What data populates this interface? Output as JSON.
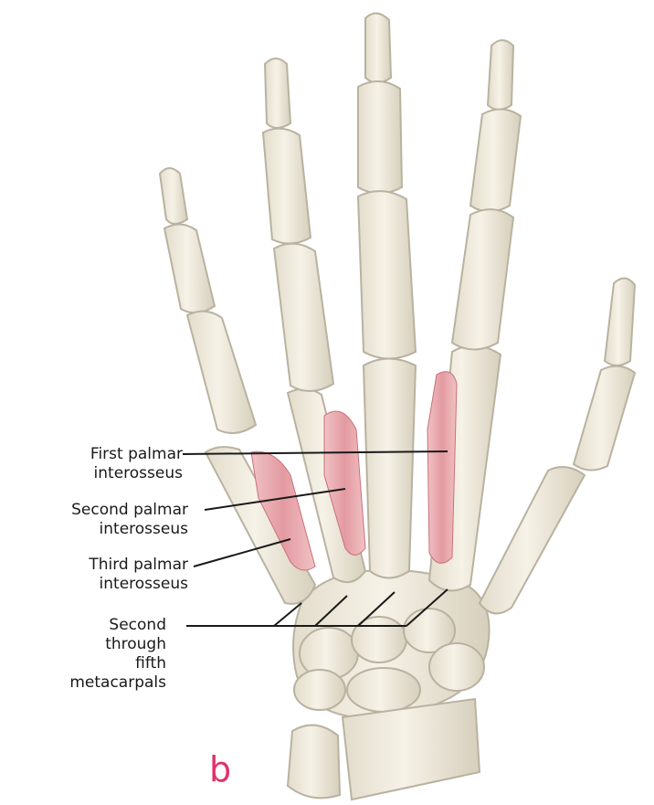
{
  "labels": {
    "first_palmar": [
      "First palmar",
      "interosseus"
    ],
    "second_palmar": [
      "Second palmar",
      "interosseus"
    ],
    "third_palmar": [
      "Third palmar",
      "interosseus"
    ],
    "metacarpals": [
      "Second",
      "through",
      "fifth",
      "metacarpals"
    ]
  },
  "panel_letter": "b",
  "colors": {
    "bone": "#f1ecdf",
    "bone_shade": "#d9d3c2",
    "bone_outline": "#b9b2a0",
    "muscle": "#e6a3a8",
    "muscle_dark": "#c9707a",
    "leader_line": "#1a1a1a",
    "panel_letter": "#e0336a"
  }
}
